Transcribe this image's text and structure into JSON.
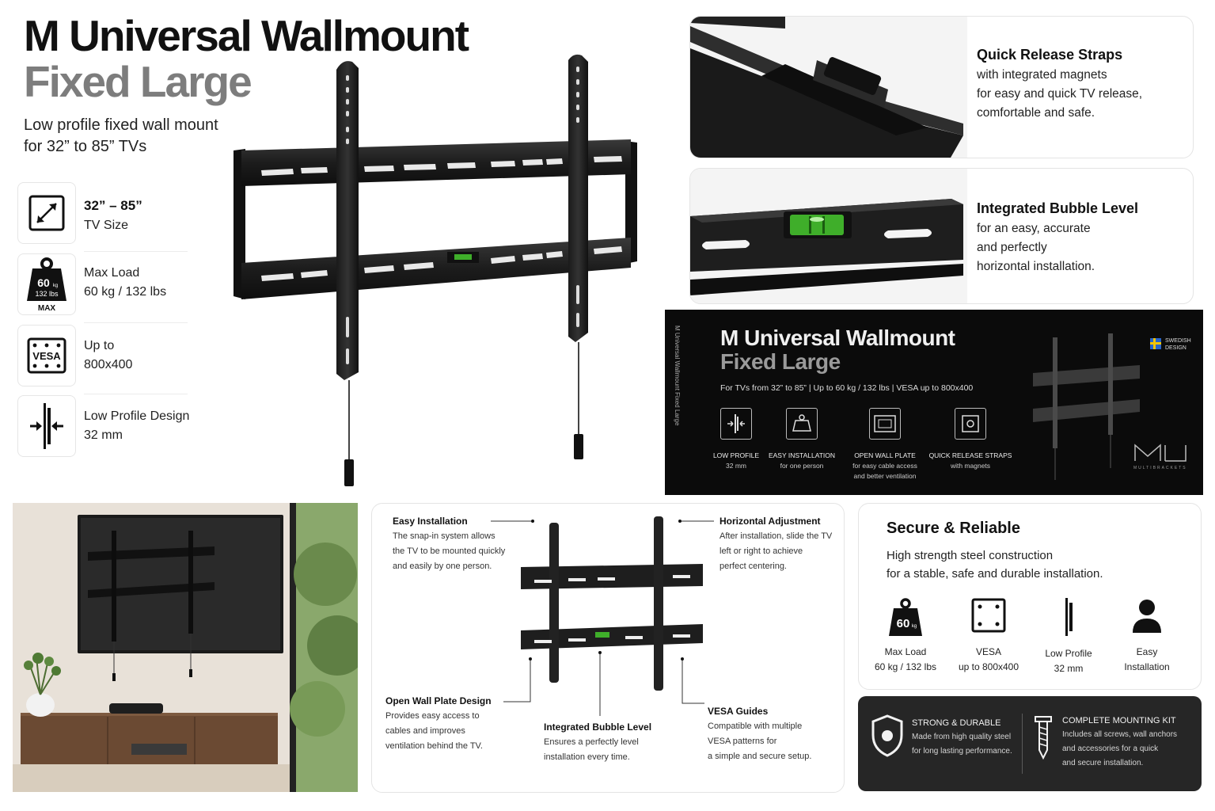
{
  "header": {
    "title_line1": "M Universal Wallmount",
    "title_line2": "Fixed Large",
    "subtitle_line1": "Low profile fixed wall mount",
    "subtitle_line2": "for 32” to 85” TVs"
  },
  "specs": [
    {
      "icon": "resize-diagonal-icon",
      "line1": "32” – 85”",
      "line2": "TV Size"
    },
    {
      "icon": "weight-icon",
      "badge_top": "60",
      "badge_unit": "kg",
      "badge_sub": "132 lbs",
      "badge_label": "MAX",
      "line1": "Max Load",
      "line2": "60 kg / 132 lbs"
    },
    {
      "icon": "vesa-icon",
      "badge": "VESA",
      "line1": "Up to",
      "line2": "800x400"
    },
    {
      "icon": "low-profile-icon",
      "line1": "Low Profile Design",
      "line2": "32 mm"
    }
  ],
  "features": {
    "straps": {
      "title": "Quick Release Straps",
      "lines": [
        "with integrated magnets",
        "for easy and quick TV release,",
        "comfortable and safe."
      ]
    },
    "level": {
      "title": "Integrated Bubble Level",
      "lines": [
        "for an easy, accurate",
        "and perfectly",
        "horizontal installation."
      ]
    }
  },
  "box": {
    "spine": "M Universal Wallmount Fixed Large",
    "title1": "M Universal Wallmount",
    "title2": "Fixed Large",
    "specs": "For TVs from 32” to 85”  |  Up to 60 kg / 132 lbs  |  VESA up to 800x400",
    "badge": "SWEDISH DESIGN",
    "brand": "MULTIBRACKETS",
    "features": [
      {
        "label": "LOW PROFILE",
        "sub1": "32 mm",
        "sub2": ""
      },
      {
        "label": "EASY INSTALLATION",
        "sub1": "for one person",
        "sub2": ""
      },
      {
        "label": "OPEN WALL PLATE",
        "sub1": "for easy cable access",
        "sub2": "and better ventilation"
      },
      {
        "label": "QUICK RELEASE STRAPS",
        "sub1": "with magnets",
        "sub2": ""
      }
    ]
  },
  "diagram": {
    "easy": {
      "title": "Easy Installation",
      "lines": [
        "The snap-in system allows",
        "the TV to be mounted quickly",
        "and easily by one person."
      ]
    },
    "horizontal": {
      "title": "Horizontal Adjustment",
      "lines": [
        "After installation, slide the TV",
        "left or right to achieve",
        "perfect centering."
      ]
    },
    "openplate": {
      "title": "Open Wall Plate Design",
      "lines": [
        "Provides easy access to",
        "cables and improves",
        "ventilation behind the TV."
      ]
    },
    "bubble": {
      "title": "Integrated Bubble Level",
      "lines": [
        "Ensures a perfectly level",
        "installation every time."
      ]
    },
    "vesa": {
      "title": "VESA Guides",
      "lines": [
        "Compatible with multiple",
        "VESA patterns for",
        "a simple and secure setup."
      ]
    }
  },
  "secure": {
    "title": "Secure & Reliable",
    "line1": "High strength steel construction",
    "line2": "for a stable, safe and durable installation.",
    "icons": [
      {
        "icon": "weight-icon",
        "badge": "60",
        "unit": "kg",
        "line1": "Max Load",
        "line2": "60 kg / 132 lbs"
      },
      {
        "icon": "vesa-icon",
        "line1": "VESA",
        "line2": "up to 800x400"
      },
      {
        "icon": "low-profile-icon",
        "line1": "Low Profile",
        "line2": "32 mm"
      },
      {
        "icon": "person-icon",
        "line1": "Easy",
        "line2": "Installation"
      }
    ]
  },
  "dark": {
    "left": {
      "title": "STRONG & DURABLE",
      "lines": [
        "Made from high quality steel",
        "for long lasting performance."
      ]
    },
    "right": {
      "title": "COMPLETE MOUNTING KIT",
      "lines": [
        "Includes all screws, wall anchors",
        "and accessories for a quick",
        "and secure installation."
      ]
    }
  },
  "colors": {
    "level_green": "#3fae2a",
    "dark_panel": "#262626",
    "box": "#0b0b0b",
    "title_gray": "#7d7d7d"
  }
}
